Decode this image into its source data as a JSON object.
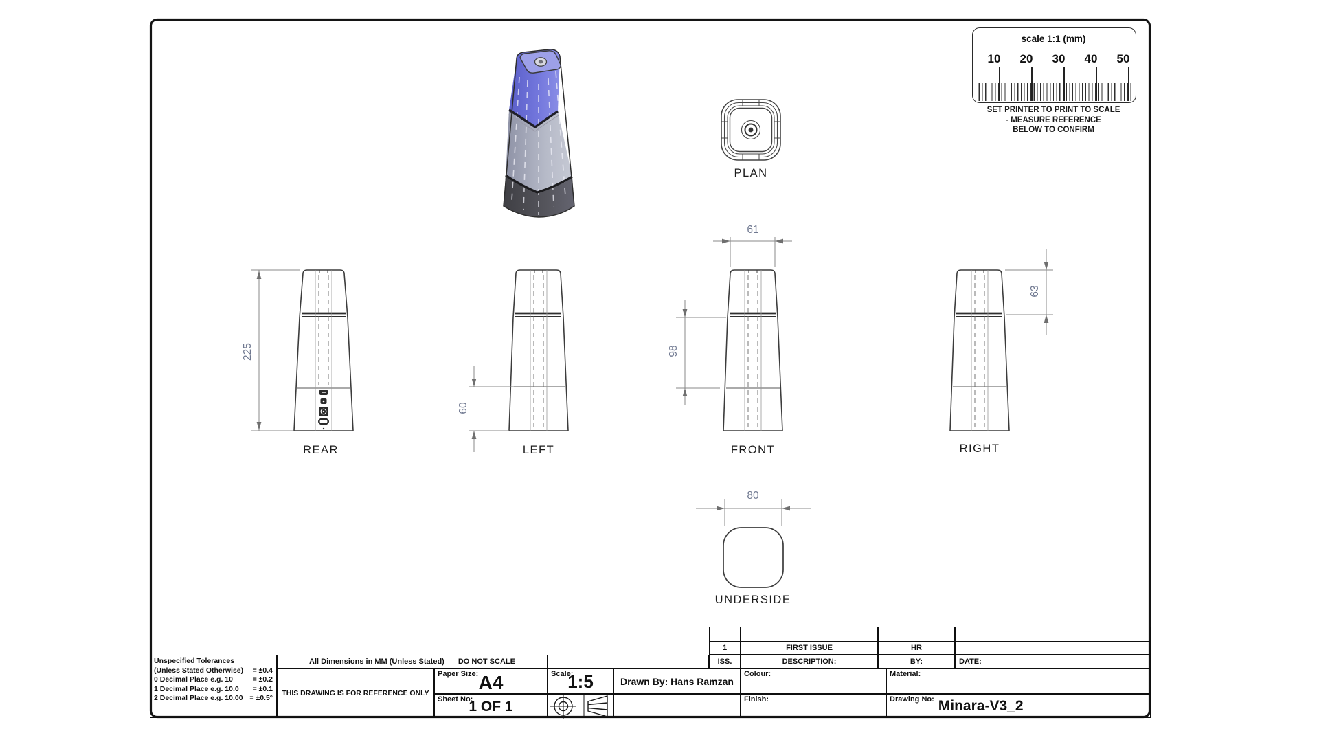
{
  "ruler": {
    "title": "scale 1:1 (mm)",
    "labels": [
      "10",
      "20",
      "30",
      "40",
      "50"
    ]
  },
  "print_note": {
    "line1": "SET PRINTER TO PRINT TO SCALE",
    "line2": "- MEASURE REFERENCE",
    "line3": "BELOW TO CONFIRM"
  },
  "views": {
    "plan": {
      "label": "PLAN"
    },
    "rear": {
      "label": "REAR",
      "dim_height": "225"
    },
    "left": {
      "label": "LEFT",
      "dim_base_height": "60"
    },
    "front": {
      "label": "FRONT",
      "dim_top_width": "61",
      "dim_mid_height": "98"
    },
    "right": {
      "label": "RIGHT",
      "dim_cap_height": "63"
    },
    "underside": {
      "label": "UNDERSIDE",
      "dim_width": "80"
    }
  },
  "title_block": {
    "tolerances": {
      "title": "Unspecified Tolerances",
      "rows": [
        {
          "label": "(Unless Stated Otherwise)",
          "value": "= ±0.4"
        },
        {
          "label": "0 Decimal Place e.g. 10",
          "value": "= ±0.2"
        },
        {
          "label": "1 Decimal Place e.g. 10.0",
          "value": "= ±0.1"
        },
        {
          "label": "2 Decimal Place e.g. 10.00",
          "value": "= ±0.5°"
        }
      ]
    },
    "dimensions_note": "All Dimensions in MM (Unless Stated)",
    "do_not_scale": "DO NOT SCALE",
    "reference_note": "THIS DRAWING IS FOR REFERENCE ONLY",
    "paper_size": {
      "label": "Paper Size:",
      "value": "A4"
    },
    "scale": {
      "label": "Scale:",
      "value": "1:5"
    },
    "drawn_by": "Drawn By: Hans Ramzan",
    "sheet_no": {
      "label": "Sheet No:",
      "value": "1 OF 1"
    },
    "colour_label": "Colour:",
    "material_label": "Material:",
    "finish_label": "Finish:",
    "drawing_no": {
      "label": "Drawing No:",
      "value": "Minara-V3_2"
    },
    "revision": {
      "headers": {
        "iss": "ISS.",
        "description": "DESCRIPTION:",
        "by": "BY:",
        "date": "DATE:"
      },
      "rows": [
        {
          "iss": "1",
          "description": "FIRST ISSUE",
          "by": "HR",
          "date": ""
        }
      ]
    }
  },
  "colors": {
    "cap_purple": "#6b6fd6",
    "body_gray": "#aab0c0",
    "base_dark": "#4a4a4f",
    "line": "#3c3c3c",
    "dimension": "#6f7890"
  }
}
